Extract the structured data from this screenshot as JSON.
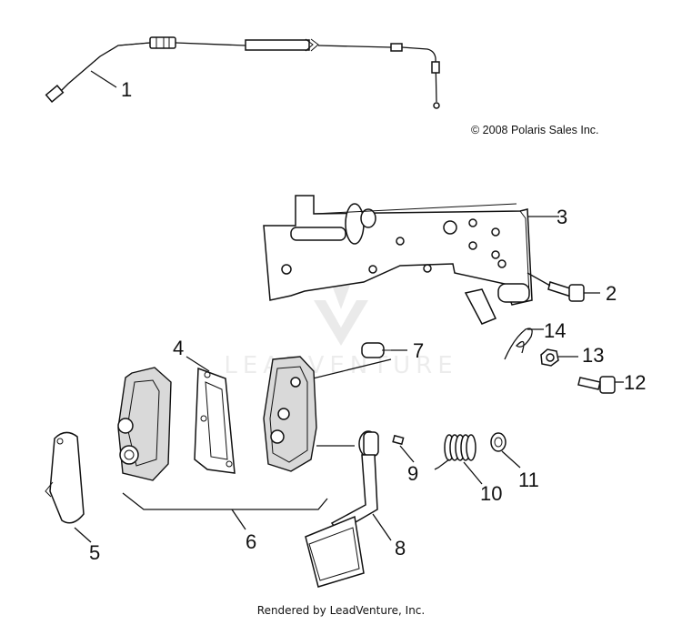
{
  "copyright": "© 2008 Polaris Sales Inc.",
  "footer": "Rendered by LeadVenture, Inc.",
  "watermark": "LEADVENTURE",
  "callouts": {
    "c1": "1",
    "c2": "2",
    "c3": "3",
    "c4": "4",
    "c5": "5",
    "c6": "6",
    "c7": "7",
    "c8": "8",
    "c9": "9",
    "c10": "10",
    "c11": "11",
    "c12": "12",
    "c13": "13",
    "c14": "14"
  }
}
